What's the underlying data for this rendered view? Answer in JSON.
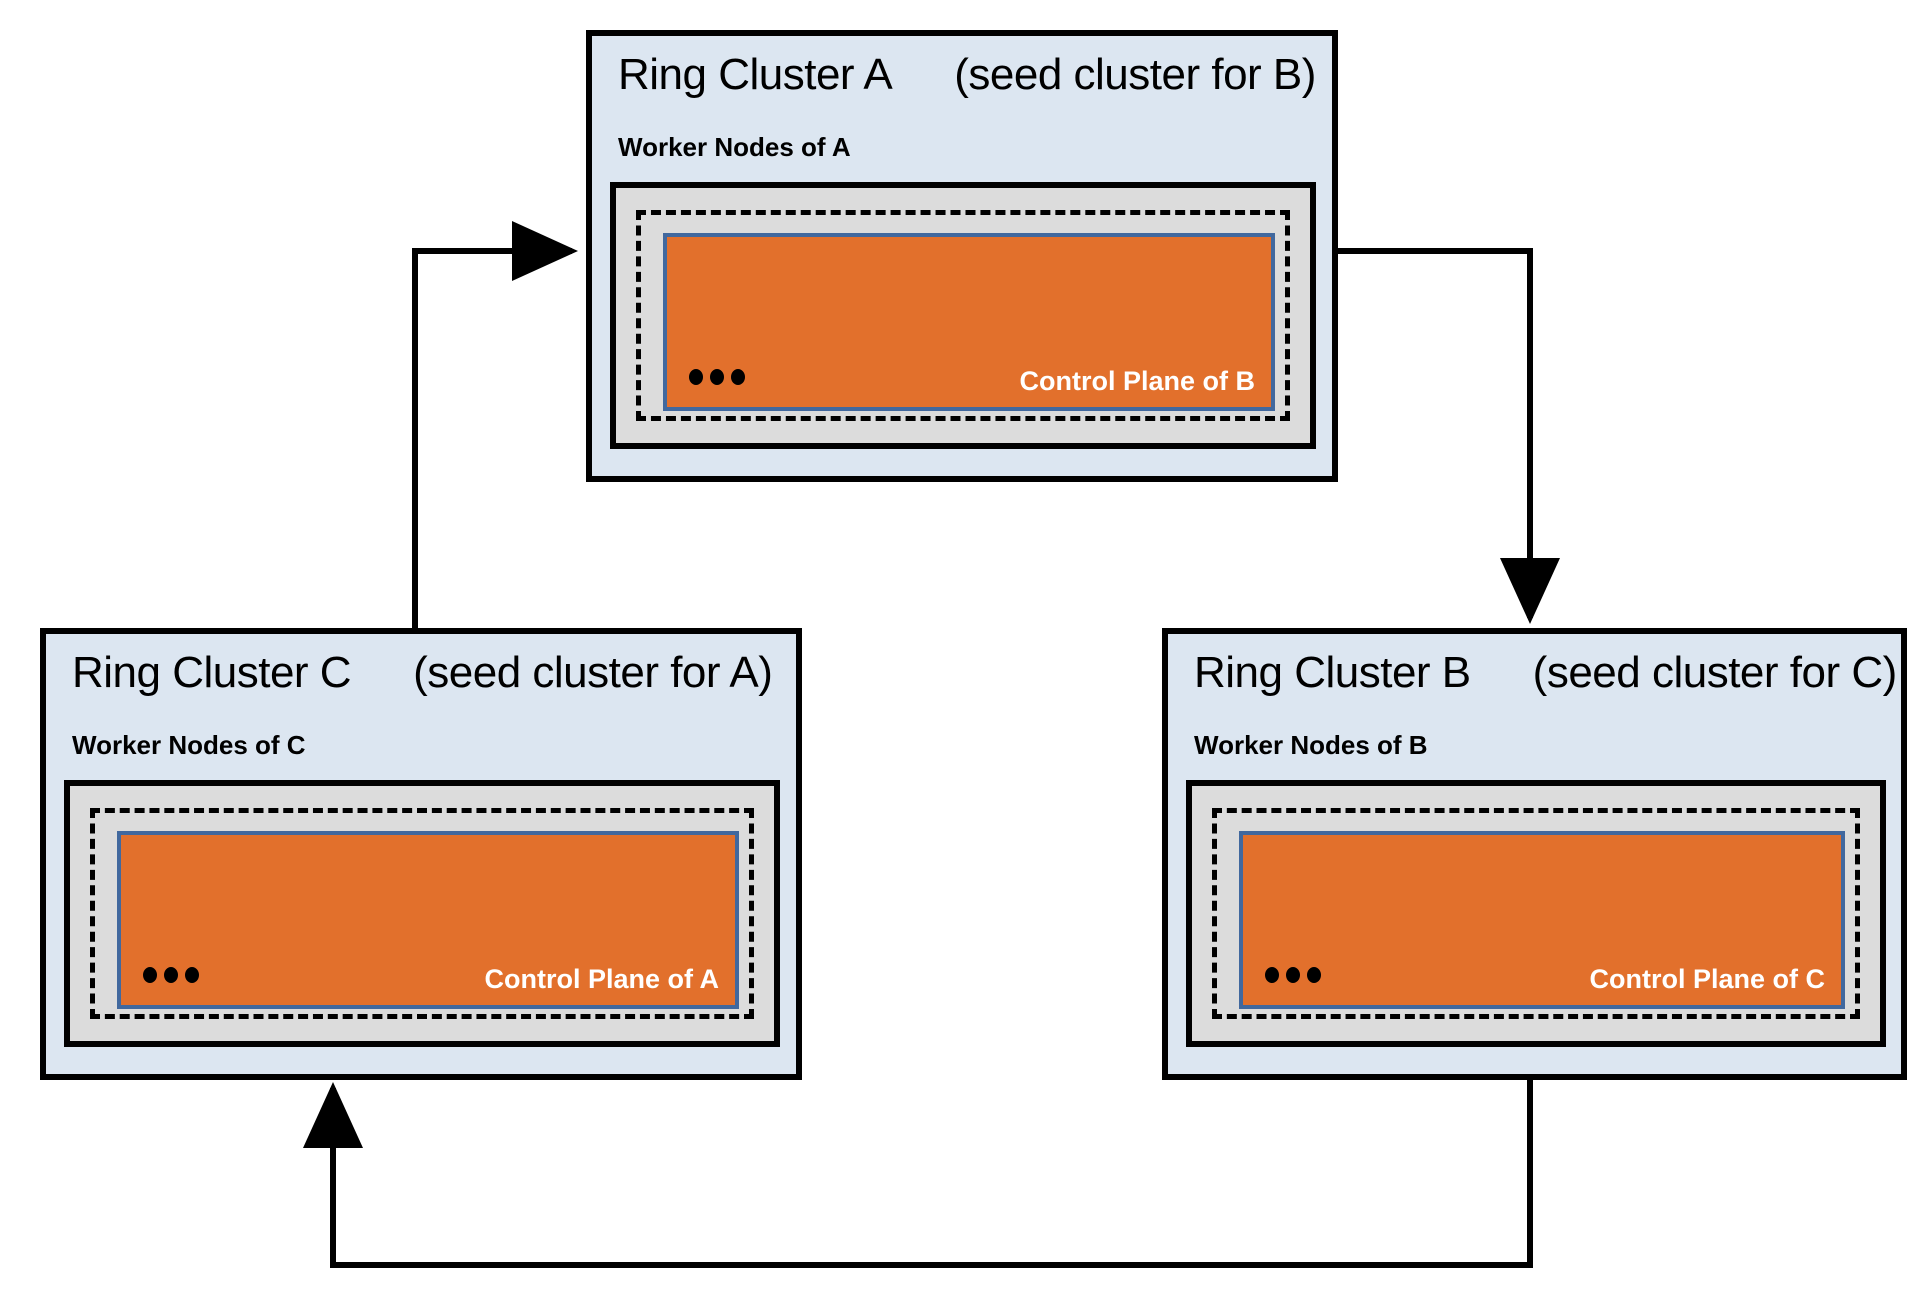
{
  "diagram": {
    "type": "ring-cluster-topology",
    "colors": {
      "cluster_fill": "#dce6f1",
      "worker_fill": "#dcdcdc",
      "control_plane_fill": "#e2702c",
      "control_plane_border": "#41689e",
      "stroke": "#000000",
      "label_text": "#ffffff"
    },
    "clusters": [
      {
        "id": "A",
        "title": "Ring Cluster A",
        "seed_note": "(seed cluster for B)",
        "worker_label": "Worker Nodes of A",
        "control_plane_label": "Control Plane of B",
        "ellipsis": "•••"
      },
      {
        "id": "C",
        "title": "Ring Cluster C",
        "seed_note": "(seed cluster for A)",
        "worker_label": "Worker Nodes of C",
        "control_plane_label": "Control Plane of A",
        "ellipsis": "•••"
      },
      {
        "id": "B",
        "title": "Ring Cluster B",
        "seed_note": "(seed cluster for C)",
        "worker_label": "Worker Nodes of B",
        "control_plane_label": "Control Plane of C",
        "ellipsis": "•••"
      }
    ],
    "connectors": [
      {
        "id": "c-to-a",
        "from": "C",
        "to": "A",
        "direction": "right"
      },
      {
        "id": "a-to-b",
        "from": "A",
        "to": "B",
        "direction": "down"
      },
      {
        "id": "b-to-c",
        "from": "B",
        "to": "C",
        "direction": "up"
      }
    ]
  }
}
